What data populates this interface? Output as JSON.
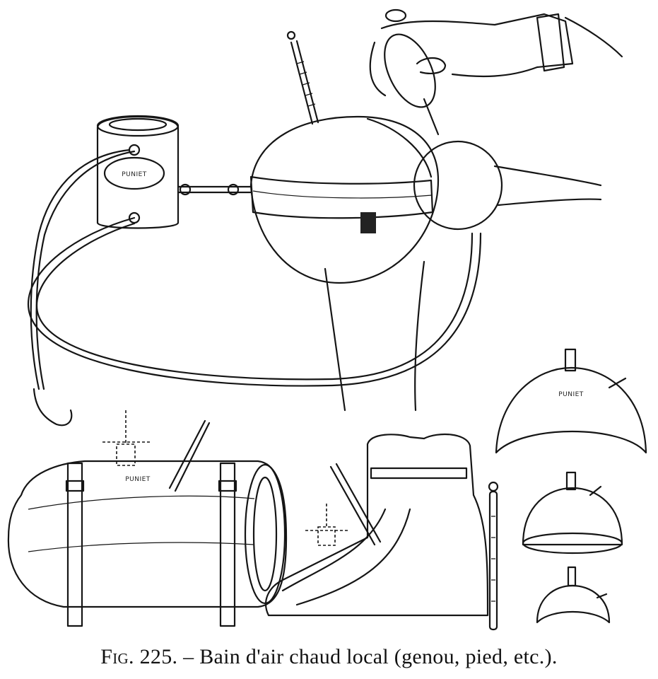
{
  "caption": {
    "fig_label": "Fig. 225.",
    "text": "– Bain d'air chaud local (genou, pied, etc.)."
  },
  "engraving_labels": {
    "maker_mark": "PUNIET"
  },
  "colors": {
    "ink": "#151515",
    "paper": "#ffffff",
    "hatch": "#555555"
  }
}
